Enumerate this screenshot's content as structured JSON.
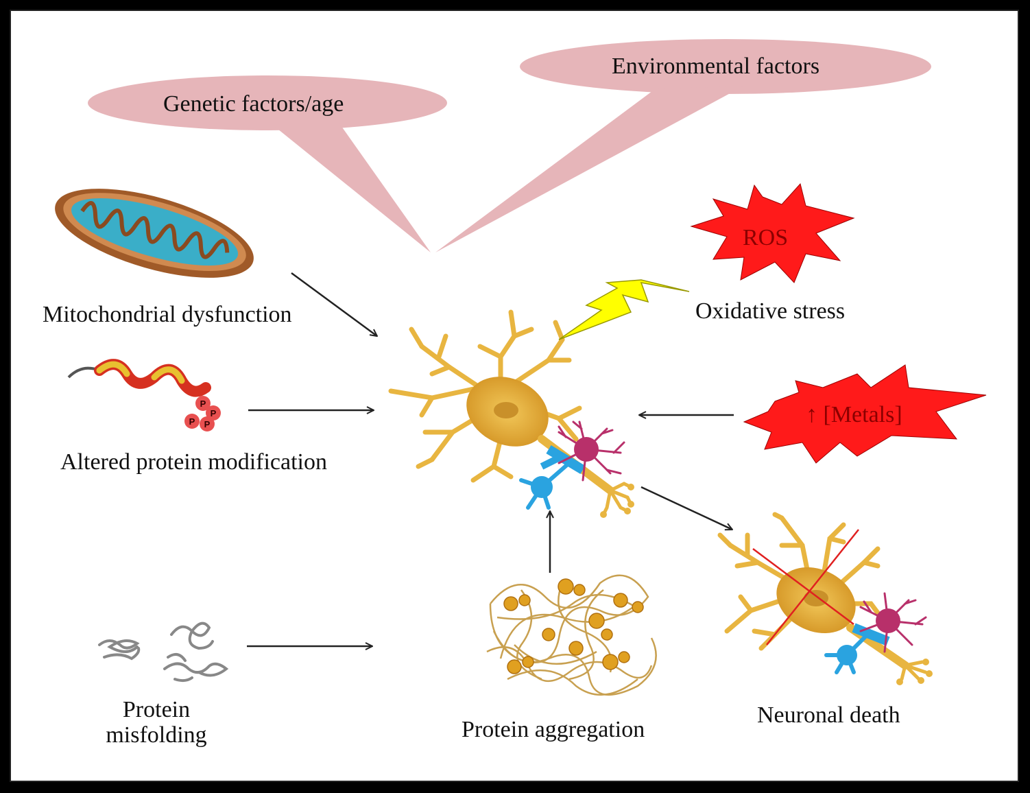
{
  "bubbles": {
    "genetic": "Genetic factors/age",
    "environmental": "Environmental factors"
  },
  "labels": {
    "mitochondrial": "Mitochondrial dysfunction",
    "altered_protein": "Altered protein modification",
    "protein_misfolding_line1": "Protein",
    "protein_misfolding_line2": "misfolding",
    "protein_aggregation": "Protein aggregation",
    "neuronal_death": "Neuronal death",
    "oxidative_stress": "Oxidative stress",
    "ros": "ROS",
    "metals": "↑ [Metals]",
    "phospho": "P"
  },
  "colors": {
    "bubble": "#e6b5b9",
    "burst": "#ff1a1a",
    "burst_text": "#8b0000",
    "bolt": "#ffff00",
    "neuron": "#e8b540",
    "microglia": "#b8306a",
    "astrocyte": "#2aa3e0",
    "mito_outer": "#a05a28",
    "mito_inner": "#3aaec8",
    "cross": "#e02020"
  }
}
